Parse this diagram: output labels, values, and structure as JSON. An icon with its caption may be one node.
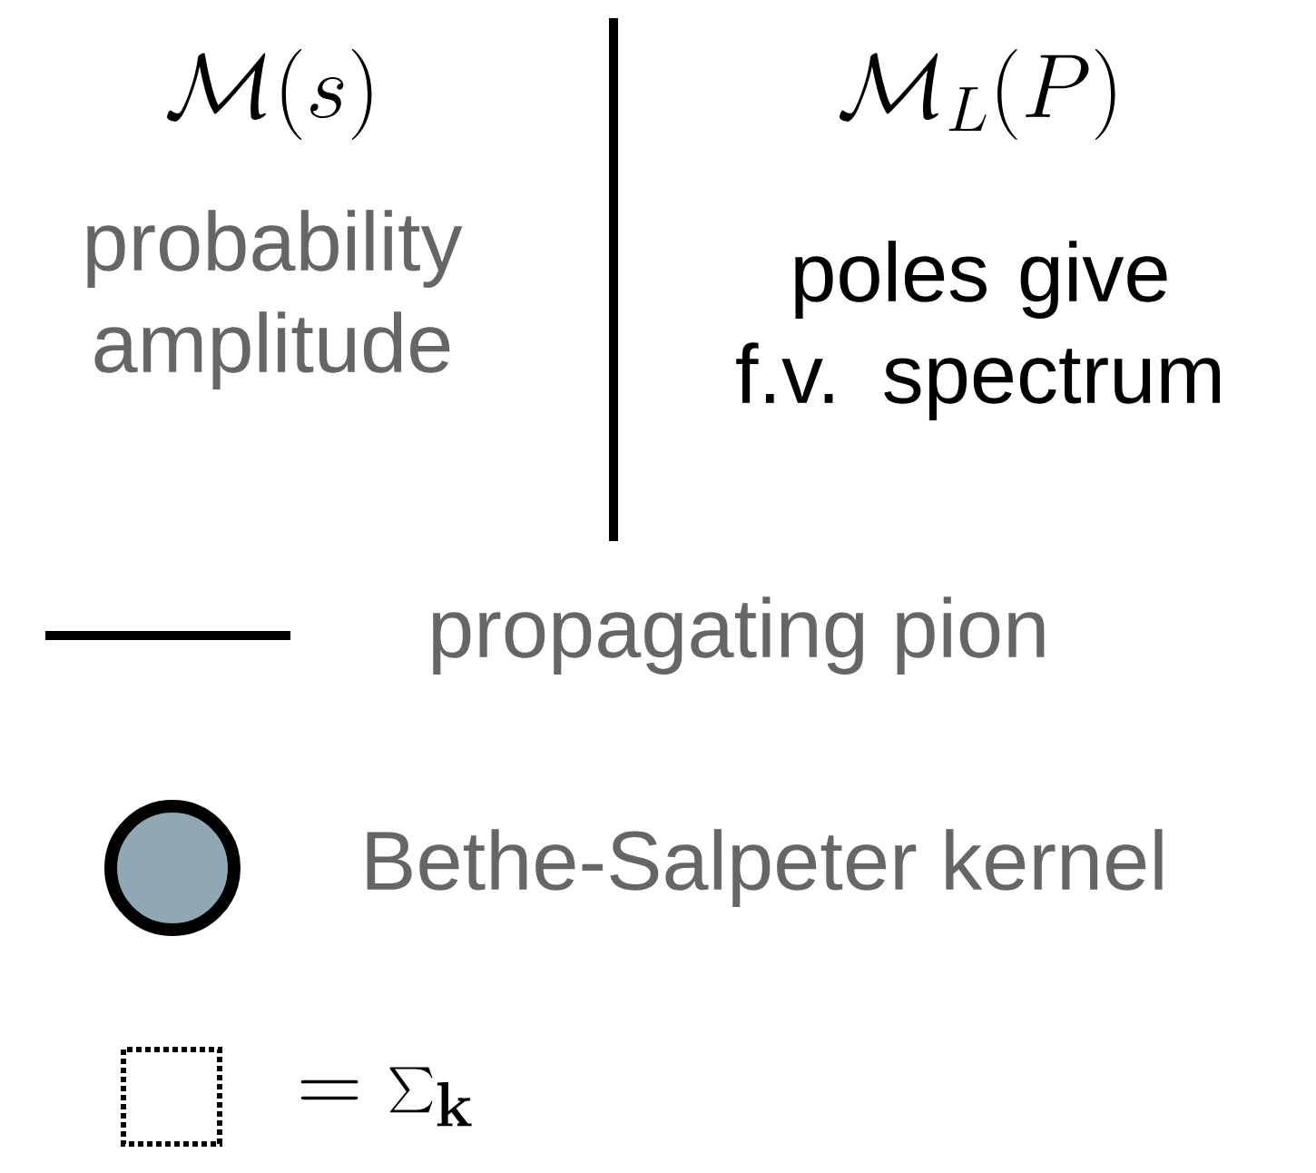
{
  "diagram": {
    "labels": [
      "\\mathcal{M}(s)",
      "probability amplitude",
      "\\mathcal{M}_L(P)",
      "poles give f.v. spectrum"
    ],
    "legend": [
      {
        "text": "propagating pion"
      },
      {
        "text": "Bethe-Salpeter kernel"
      },
      {
        "text": "=\\sum_{\\mathbf{k}}"
      }
    ]
  }
}
